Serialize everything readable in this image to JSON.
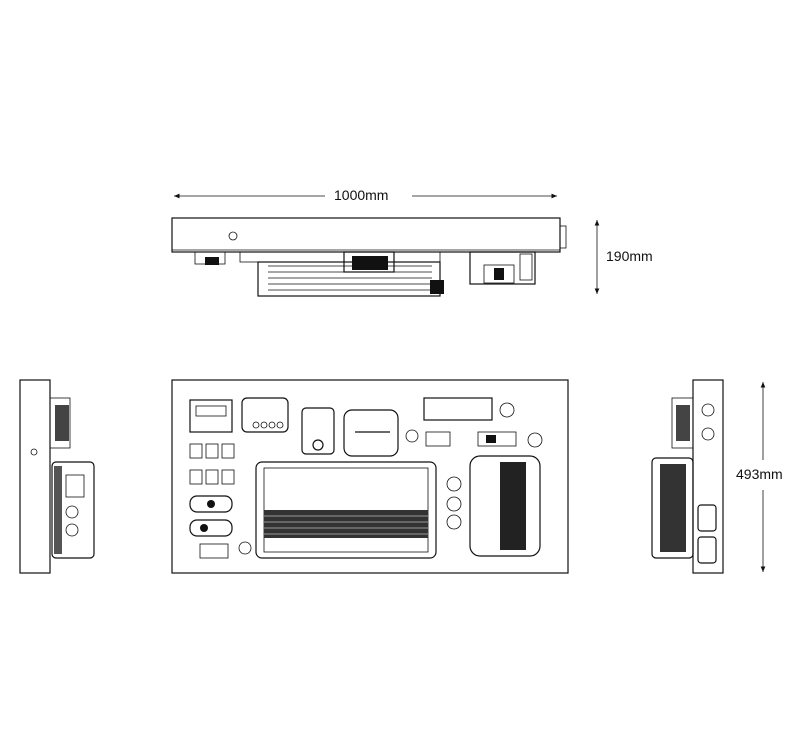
{
  "dimensions": {
    "width": "1000mm",
    "height": "190mm",
    "depth": "493mm"
  }
}
